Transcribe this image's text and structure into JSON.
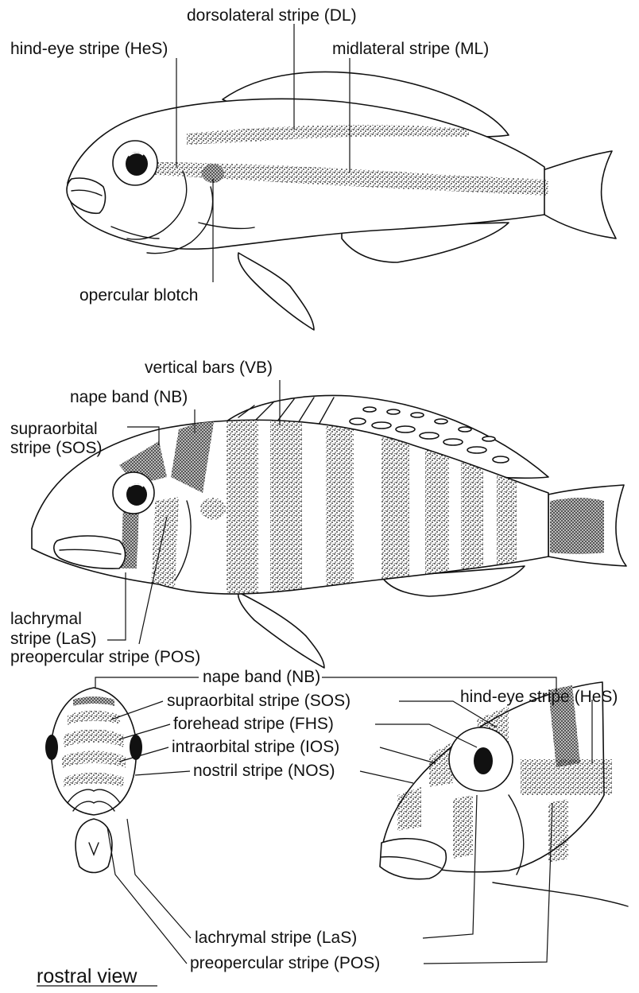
{
  "figure1": {
    "labels": {
      "dorsolateral": "dorsolateral stripe (DL)",
      "hindeye": "hind-eye stripe (HeS)",
      "midlateral": "midlateral stripe (ML)",
      "opercular": "opercular blotch"
    }
  },
  "figure2": {
    "labels": {
      "vertical_bars": "vertical bars (VB)",
      "nape_band": "nape band (NB)",
      "supraorbital_1": "supraorbital",
      "supraorbital_2": "stripe (SOS)",
      "lachrymal_1": "lachrymal",
      "lachrymal_2": "stripe (LaS)",
      "preopercular": "preopercular stripe (POS)"
    }
  },
  "figure3": {
    "labels": {
      "hindeye": "hind-eye stripe (HeS)",
      "nape_band": "nape band (NB)",
      "supraorbital": "supraorbital stripe (SOS)",
      "forehead": "forehead stripe (FHS)",
      "intraorbital": "intraorbital stripe (IOS)",
      "nostril": "nostril stripe (NOS)",
      "lachrymal": "lachrymal stripe (LaS)",
      "preopercular": "preopercular stripe (POS)",
      "rostral_view": "rostral view"
    }
  }
}
